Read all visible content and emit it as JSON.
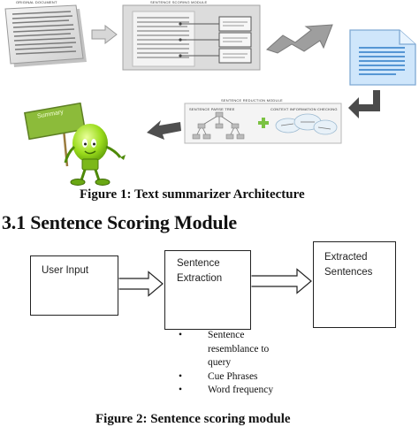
{
  "figure1": {
    "original_document_label": "ORIGINAL DOCUMENT",
    "scoring_module_label": "SENTENCE SCORING MODULE",
    "reduction_module_label": "SENTENCE REDUCTION MODULE",
    "parse_tree_label": "SENTENCE PARSE TREE",
    "context_label": "CONTEXT INFORMATION CHECKING",
    "summary_sign": "Summary",
    "caption": "Figure 1: Text summarizer Architecture"
  },
  "section_heading": "3.1 Sentence Scoring Module",
  "figure2": {
    "input_box": "User Input",
    "extraction_box_line1": "Sentence",
    "extraction_box_line2": "Extraction",
    "output_box_line1": "Extracted",
    "output_box_line2": "Sentences",
    "bullets": [
      [
        "Sentence",
        "resemblance to",
        "query"
      ],
      [
        "Cue Phrases"
      ],
      [
        "Word frequency"
      ]
    ],
    "bullet_symbol": "•",
    "caption": "Figure 2: Sentence scoring module"
  }
}
